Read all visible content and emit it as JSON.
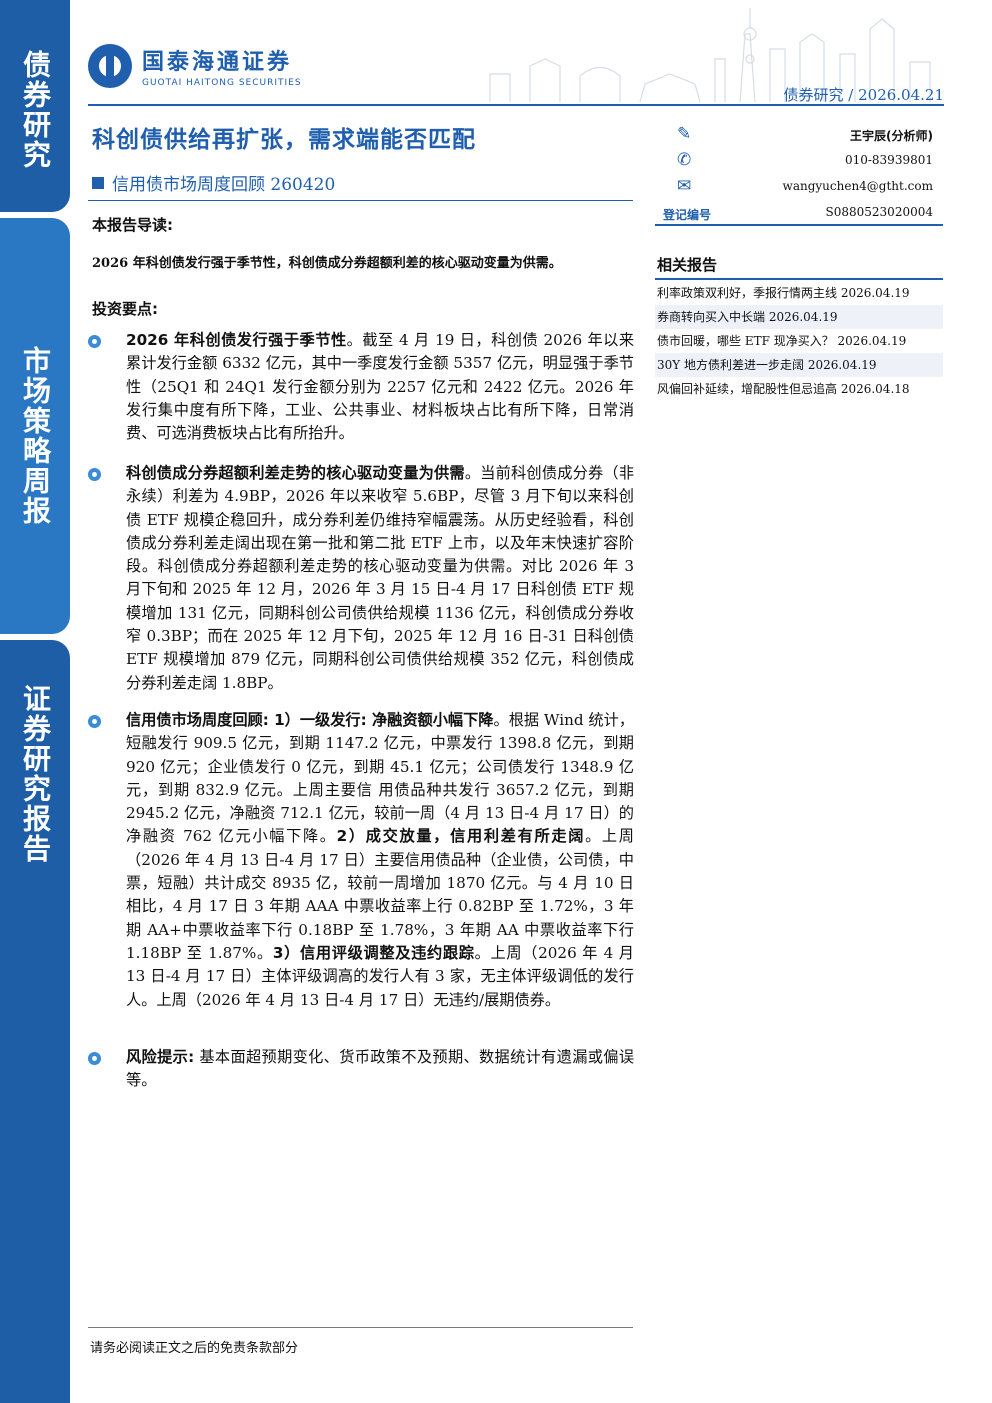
{
  "sidebar": {
    "tab1": "债券研究",
    "tab2": "市场策略周报",
    "tab3": "证券研究报告"
  },
  "header": {
    "company_cn": "国泰海通证券",
    "company_en": "GUOTAI HAITONG SECURITIES",
    "breadcrumb": "债券研究 / 2026.04.21"
  },
  "report": {
    "title": "科创债供给再扩张，需求端能否匹配",
    "subtitle": "信用债市场周度回顾 260420"
  },
  "analyst": {
    "name": "王宇辰(分析师)",
    "phone": "010-83939801",
    "email": "wangyuchen4@gtht.com",
    "reg_label": "登记编号",
    "reg_no": "S0880523020004"
  },
  "related": {
    "title": "相关报告",
    "items": [
      "利率政策双利好，季报行情两主线  2026.04.19",
      "券商转向买入中长端  2026.04.19",
      "债市回暖，哪些 ETF 现净买入？  2026.04.19",
      "30Y 地方债利差进一步走阔  2026.04.19",
      "风偏回补延续，增配股性但忌追高  2026.04.18"
    ]
  },
  "body": {
    "guide_label": "本报告导读:",
    "guide_text": "2026 年科创债发行强于季节性，科创债成分券超额利差的核心驱动变量为供需。",
    "points_label": "投资要点:",
    "p1_head": "2026 年科创债发行强于季节性",
    "p1_text": "。截至 4 月 19 日，科创债 2026 年以来累计发行金额 6332 亿元，其中一季度发行金额 5357 亿元，明显强于季节性（25Q1 和 24Q1 发行金额分别为 2257 亿元和 2422 亿元。2026 年发行集中度有所下降，工业、公共事业、材料板块占比有所下降，日常消费、可选消费板块占比有所抬升。",
    "p2_head": "科创债成分券超额利差走势的核心驱动变量为供需",
    "p2_text": "。当前科创债成分券（非永续）利差为 4.9BP，2026 年以来收窄 5.6BP，尽管 3 月下旬以来科创债 ETF 规模企稳回升，成分券利差仍维持窄幅震荡。从历史经验看，科创债成分券利差走阔出现在第一批和第二批 ETF 上市，以及年末快速扩容阶段。科创债成分券超额利差走势的核心驱动变量为供需。对比 2026 年 3 月下旬和 2025 年 12 月，2026 年 3 月 15 日-4 月 17 日科创债 ETF 规模增加 131 亿元，同期科创公司债供给规模 1136 亿元，科创债成分券收窄 0.3BP；而在 2025 年 12 月下旬，2025 年 12 月 16 日-31 日科创债 ETF 规模增加 879 亿元，同期科创公司债供给规模 352 亿元，科创债成分券利差走阔 1.8BP。",
    "p3_head": "信用债市场周度回顾: 1）一级发行: 净融资额小幅下降",
    "p3_text1": "。根据 Wind 统计，短融发行 909.5 亿元，到期 1147.2 亿元，中票发行 1398.8 亿元，到期 920 亿元；企业债发行 0 亿元，到期 45.1 亿元；公司债发行 1348.9 亿元，到期 832.9 亿元。上周主要信 用债品种共发行 3657.2 亿元，到期 2945.2 亿元，净融资 712.1 亿元，较前一周（4 月 13 日-4 月 17 日）的净融资 762 亿元小幅下降。",
    "p3_head2": "2）成交放量，信用利差有所走阔",
    "p3_text2": "。上周（2026 年 4 月 13 日-4 月 17 日）主要信用债品种（企业债，公司债，中票，短融）共计成交 8935 亿，较前一周增加 1870 亿元。与 4 月 10 日相比，4 月 17 日 3 年期 AAA 中票收益率上行 0.82BP 至 1.72%，3 年期 AA+中票收益率下行 0.18BP 至 1.78%，3 年期 AA 中票收益率下行 1.18BP 至 1.87%。",
    "p3_head3": "3）信用评级调整及违约跟踪",
    "p3_text3": "。上周（2026 年 4 月 13 日-4 月 17 日）主体评级调高的发行人有 3 家，无主体评级调低的发行人。上周（2026 年 4 月 13 日-4 月 17 日）无违约/展期债券。",
    "p4_head": "风险提示:",
    "p4_text": " 基本面超预期变化、货币政策不及预期、数据统计有遗漏或偏误等。"
  },
  "footer": "请务必阅读正文之后的免责条款部分",
  "colors": {
    "brand": "#1f5fae",
    "tab_light": "#2a78c4",
    "bullet": "#3a8bd8"
  }
}
